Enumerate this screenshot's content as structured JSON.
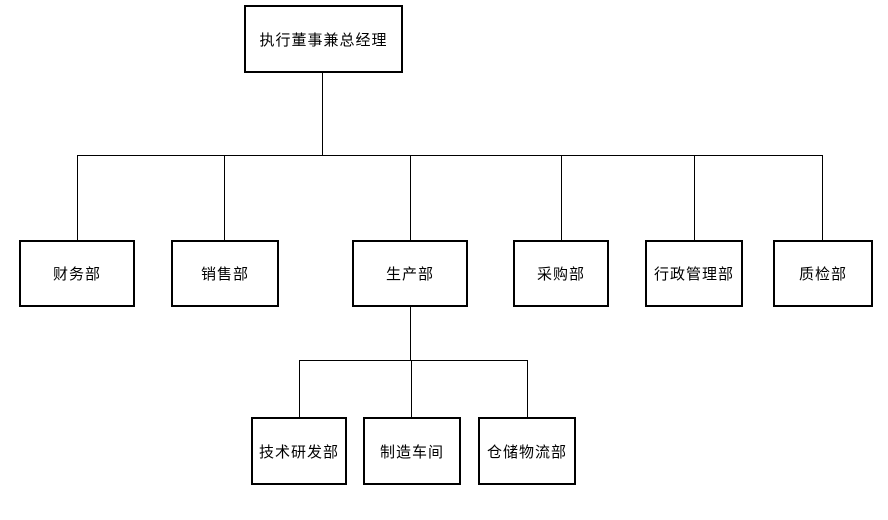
{
  "diagram": {
    "type": "org-chart",
    "colors": {
      "background": "#ffffff",
      "line": "#000000",
      "box_border": "#000000",
      "box_fill": "#ffffff",
      "text": "#000000"
    },
    "root": {
      "label": "执行董事兼总经理"
    },
    "departments": [
      {
        "label": "财务部",
        "children": []
      },
      {
        "label": "销售部",
        "children": []
      },
      {
        "label": "生产部",
        "children": [
          {
            "label": "技术研发部"
          },
          {
            "label": "制造车间"
          },
          {
            "label": "仓储物流部"
          }
        ]
      },
      {
        "label": "采购部",
        "children": []
      },
      {
        "label": "行政管理部",
        "children": []
      },
      {
        "label": "质检部",
        "children": []
      }
    ]
  }
}
